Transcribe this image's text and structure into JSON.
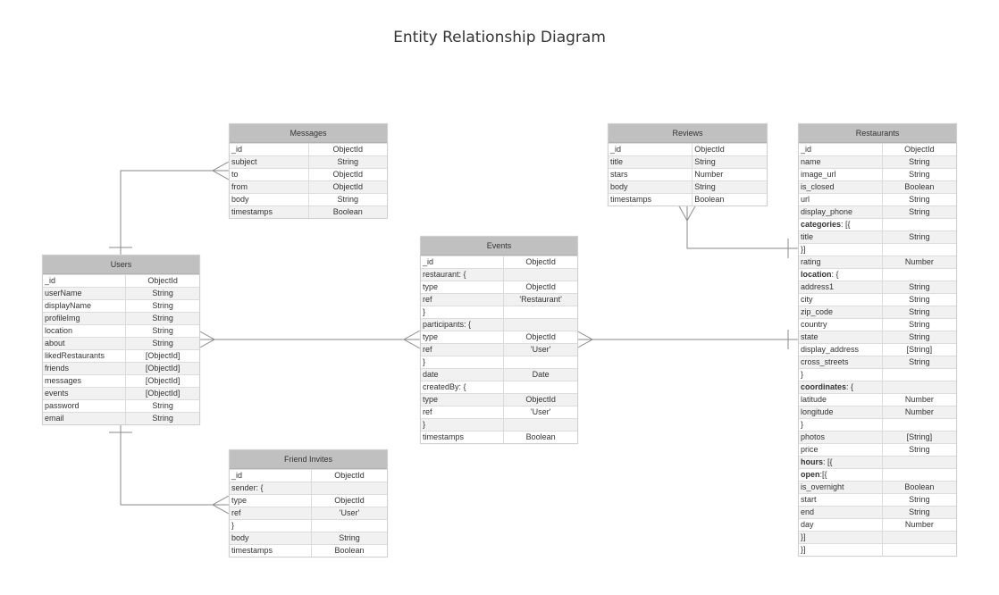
{
  "title": "Entity Relationship Diagram",
  "entities": {
    "messages": {
      "name": "Messages",
      "fields": [
        {
          "field": "_id",
          "type": "ObjectId"
        },
        {
          "field": "subject",
          "type": "String"
        },
        {
          "field": "to",
          "type": "ObjectId"
        },
        {
          "field": "from",
          "type": "ObjectId"
        },
        {
          "field": "body",
          "type": "String"
        },
        {
          "field": "timestamps",
          "type": "Boolean"
        }
      ]
    },
    "users": {
      "name": "Users",
      "fields": [
        {
          "field": "_id",
          "type": "ObjectId"
        },
        {
          "field": "userName",
          "type": "String"
        },
        {
          "field": "displayName",
          "type": "String"
        },
        {
          "field": "profileImg",
          "type": "String"
        },
        {
          "field": "location",
          "type": "String"
        },
        {
          "field": "about",
          "type": "String"
        },
        {
          "field": "likedRestaurants",
          "type": "[ObjectId]"
        },
        {
          "field": "friends",
          "type": "[ObjectId]"
        },
        {
          "field": "messages",
          "type": "[ObjectId]"
        },
        {
          "field": "events",
          "type": "[ObjectId]"
        },
        {
          "field": "password",
          "type": "String"
        },
        {
          "field": "email",
          "type": "String"
        }
      ]
    },
    "friend_invites": {
      "name": "Friend Invites",
      "fields": [
        {
          "field": "_id",
          "type": "ObjectId"
        },
        {
          "field": "sender: {",
          "type": ""
        },
        {
          "field": "type",
          "type": "ObjectId"
        },
        {
          "field": "ref",
          "type": "'User'"
        },
        {
          "field": "}",
          "type": ""
        },
        {
          "field": "body",
          "type": "String"
        },
        {
          "field": "timestamps",
          "type": "Boolean"
        }
      ]
    },
    "events": {
      "name": "Events",
      "fields": [
        {
          "field": "_id",
          "type": "ObjectId"
        },
        {
          "field": "restaurant: {",
          "type": ""
        },
        {
          "field": "type",
          "type": "ObjectId"
        },
        {
          "field": "ref",
          "type": "'Restaurant'"
        },
        {
          "field": "}",
          "type": ""
        },
        {
          "field": "participants: {",
          "type": ""
        },
        {
          "field": "type",
          "type": "ObjectId"
        },
        {
          "field": "ref",
          "type": "'User'"
        },
        {
          "field": "}",
          "type": ""
        },
        {
          "field": "date",
          "type": "Date"
        },
        {
          "field": "createdBy: {",
          "type": ""
        },
        {
          "field": "type",
          "type": "ObjectId"
        },
        {
          "field": "ref",
          "type": "'User'"
        },
        {
          "field": "}",
          "type": ""
        },
        {
          "field": "timestamps",
          "type": "Boolean"
        }
      ]
    },
    "reviews": {
      "name": "Reviews",
      "fields": [
        {
          "field": "_id",
          "type": "ObjectId"
        },
        {
          "field": "title",
          "type": "String"
        },
        {
          "field": "stars",
          "type": "Number"
        },
        {
          "field": "body",
          "type": "String"
        },
        {
          "field": "timestamps",
          "type": "Boolean"
        }
      ]
    },
    "restaurants": {
      "name": "Restaurants",
      "fields": [
        {
          "field": "_id",
          "type": "ObjectId"
        },
        {
          "field": "name",
          "type": "String"
        },
        {
          "field": "image_url",
          "type": "String"
        },
        {
          "field": "is_closed",
          "type": "Boolean"
        },
        {
          "field": "url",
          "type": "String"
        },
        {
          "field": "display_phone",
          "type": "String"
        },
        {
          "field": "categories",
          "suffix": ": [{",
          "type": "",
          "bold": true
        },
        {
          "field": "title",
          "type": "String"
        },
        {
          "field": "}]",
          "type": ""
        },
        {
          "field": "rating",
          "type": "Number"
        },
        {
          "field": "location",
          "suffix": ": {",
          "type": "",
          "bold": true
        },
        {
          "field": "address1",
          "type": "String"
        },
        {
          "field": "city",
          "type": "String"
        },
        {
          "field": "zip_code",
          "type": "String"
        },
        {
          "field": "country",
          "type": "String"
        },
        {
          "field": "state",
          "type": "String"
        },
        {
          "field": "display_address",
          "type": "[String]"
        },
        {
          "field": "cross_streets",
          "type": "String"
        },
        {
          "field": "}",
          "type": ""
        },
        {
          "field": "coordinates",
          "suffix": ": {",
          "type": "",
          "bold": true
        },
        {
          "field": "latitude",
          "type": "Number"
        },
        {
          "field": "longitude",
          "type": "Number"
        },
        {
          "field": "}",
          "type": ""
        },
        {
          "field": "photos",
          "type": "[String]"
        },
        {
          "field": "price",
          "type": "String"
        },
        {
          "field": "hours",
          "suffix": ": [{",
          "type": "",
          "bold": true
        },
        {
          "field": "open",
          "suffix": ":[{",
          "type": "",
          "bold": true
        },
        {
          "field": "is_overnight",
          "type": "Boolean"
        },
        {
          "field": "start",
          "type": "String"
        },
        {
          "field": "end",
          "type": "String"
        },
        {
          "field": "day",
          "type": "Number"
        },
        {
          "field": "}]",
          "type": ""
        },
        {
          "field": "}]",
          "type": ""
        }
      ]
    }
  },
  "relationships": [
    {
      "from": "Users",
      "from_end": "one",
      "to": "Messages",
      "to_end": "many"
    },
    {
      "from": "Users",
      "from_end": "one",
      "to": "Friend Invites",
      "to_end": "many"
    },
    {
      "from": "Users",
      "from_end": "many",
      "to": "Events",
      "to_end": "many"
    },
    {
      "from": "Events",
      "from_end": "many",
      "to": "Restaurants",
      "to_end": "one"
    },
    {
      "from": "Reviews",
      "from_end": "many",
      "to": "Restaurants",
      "to_end": "one"
    }
  ],
  "colors": {
    "header_bg": "#c0c0c0",
    "row_alt_bg": "#f1f1f1",
    "line": "#888888",
    "title": "#333333"
  }
}
